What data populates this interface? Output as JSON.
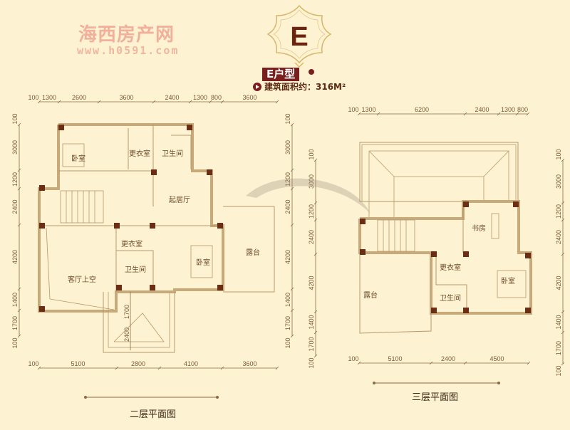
{
  "header": {
    "logo_letter": "E",
    "unit_type": "E户型",
    "area_label": "建筑面积约：316M²"
  },
  "watermark": {
    "name": "海西房产网",
    "url": "www.h0591.com"
  },
  "plan_floor2": {
    "title": "二层平面图",
    "dims_top": [
      "100",
      "1300",
      "2600",
      "3600",
      "2400",
      "1300",
      "800",
      "3600"
    ],
    "dims_bottom": [
      "100",
      "5100",
      "2800",
      "4100",
      "3600"
    ],
    "dims_left": [
      "100",
      "3000",
      "1200",
      "2400",
      "4200",
      "1400",
      "1700",
      "100"
    ],
    "dims_right": [
      "100",
      "3000",
      "1200",
      "2400",
      "4200",
      "1400",
      "1700",
      "100"
    ],
    "inner_dims": [
      "1700",
      "2400"
    ],
    "rooms": {
      "bedroom_1": "卧室",
      "closet_1": "更衣室",
      "bath_1": "卫生间",
      "family_room": "起居厅",
      "closet_2": "更衣室",
      "bath_2": "卫生间",
      "bedroom_2": "卧室",
      "terrace": "露台",
      "living_void": "客厅上空"
    }
  },
  "plan_floor3": {
    "title": "三层平面图",
    "dims_top": [
      "100",
      "1300",
      "6200",
      "2400",
      "1300",
      "800"
    ],
    "dims_bottom": [
      "100",
      "5100",
      "2400",
      "4500"
    ],
    "dims_left": [
      "100",
      "3000",
      "1200",
      "2400",
      "4200",
      "1400",
      "1700",
      "100"
    ],
    "dims_right": [
      "100",
      "3000",
      "1200",
      "2400",
      "4200",
      "1400",
      "1700",
      "100"
    ],
    "rooms": {
      "study": "书房",
      "closet": "更衣室",
      "bath": "卫生间",
      "bedroom": "卧室",
      "terrace": "露台"
    }
  },
  "colors": {
    "background": "#fdf3d2",
    "accent": "#7a1e1e",
    "wall": "#c8a97a",
    "column": "#6b2e14"
  }
}
